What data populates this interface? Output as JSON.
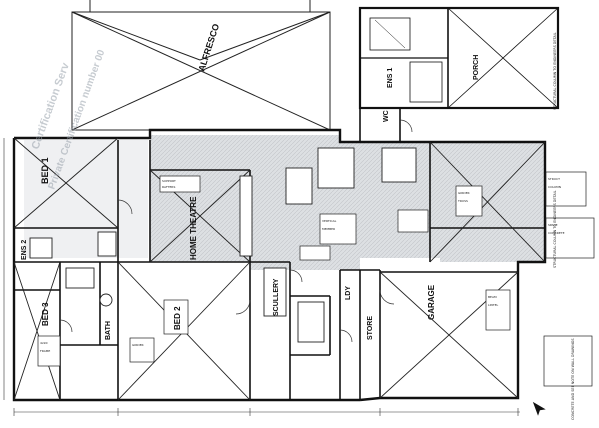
{
  "rooms": {
    "alfresco": "ALFRESCO",
    "bed1": "BED 1",
    "bed2": "BED 2",
    "bed3": "BED 3",
    "ens1": "ENS 1",
    "ens2": "ENS 2",
    "bath": "BATH",
    "home_theatre": "HOME THEATRE",
    "scullery": "SCULLERY",
    "wc": "WC",
    "ldy": "LDY",
    "store": "STORE",
    "garage": "GARAGE",
    "porch": "PORCH"
  },
  "watermark": {
    "line1": "Certification Serv",
    "line2": "Private Certification number 00"
  },
  "notes": {
    "structural_column_1": "STRUCTURAL COLUMN TO ENGINEERS DETAIL",
    "structural_column_2": "STRUCTURAL COLUMN TO ENGINEERS DETAIL",
    "sheet_note": "CONCRETE AND SEE NOTE ON WALL DRAWINGS"
  },
  "colors": {
    "ink": "#111111",
    "shade": "#c9ccd0",
    "watermark": "#9aa3ad"
  }
}
